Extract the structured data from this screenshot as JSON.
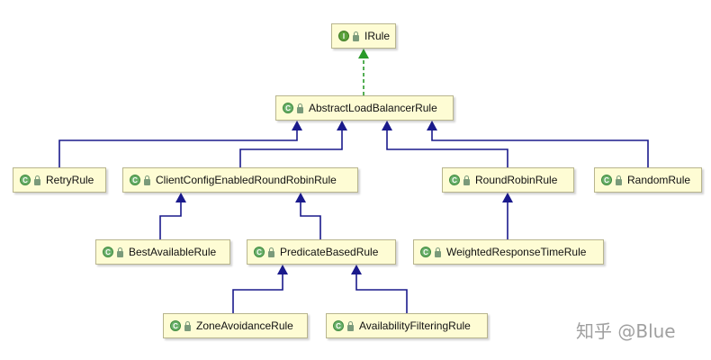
{
  "diagram": {
    "nodes": [
      {
        "id": "irule",
        "label": "IRule",
        "kind": "interface",
        "badge": "I"
      },
      {
        "id": "abstract",
        "label": "AbstractLoadBalancerRule",
        "kind": "class",
        "badge": "C"
      },
      {
        "id": "retry",
        "label": "RetryRule",
        "kind": "class",
        "badge": "C"
      },
      {
        "id": "clientcfg",
        "label": "ClientConfigEnabledRoundRobinRule",
        "kind": "class",
        "badge": "C"
      },
      {
        "id": "roundrobin",
        "label": "RoundRobinRule",
        "kind": "class",
        "badge": "C"
      },
      {
        "id": "random",
        "label": "RandomRule",
        "kind": "class",
        "badge": "C"
      },
      {
        "id": "bestavail",
        "label": "BestAvailableRule",
        "kind": "class",
        "badge": "C"
      },
      {
        "id": "predicate",
        "label": "PredicateBasedRule",
        "kind": "class",
        "badge": "C"
      },
      {
        "id": "weighted",
        "label": "WeightedResponseTimeRule",
        "kind": "class",
        "badge": "C"
      },
      {
        "id": "zone",
        "label": "ZoneAvoidanceRule",
        "kind": "class",
        "badge": "C"
      },
      {
        "id": "availfilter",
        "label": "AvailabilityFilteringRule",
        "kind": "class",
        "badge": "C"
      }
    ],
    "edges": [
      {
        "from": "abstract",
        "to": "irule",
        "type": "implements"
      },
      {
        "from": "retry",
        "to": "abstract",
        "type": "extends"
      },
      {
        "from": "clientcfg",
        "to": "abstract",
        "type": "extends"
      },
      {
        "from": "roundrobin",
        "to": "abstract",
        "type": "extends"
      },
      {
        "from": "random",
        "to": "abstract",
        "type": "extends"
      },
      {
        "from": "bestavail",
        "to": "clientcfg",
        "type": "extends"
      },
      {
        "from": "predicate",
        "to": "clientcfg",
        "type": "extends"
      },
      {
        "from": "weighted",
        "to": "roundrobin",
        "type": "extends"
      },
      {
        "from": "zone",
        "to": "predicate",
        "type": "extends"
      },
      {
        "from": "availfilter",
        "to": "predicate",
        "type": "extends"
      }
    ],
    "colors": {
      "extends": "#1a1a8c",
      "implements": "#2a9a2a",
      "node_fill": "#fefcd4"
    }
  },
  "watermark": "知乎 @Blue"
}
